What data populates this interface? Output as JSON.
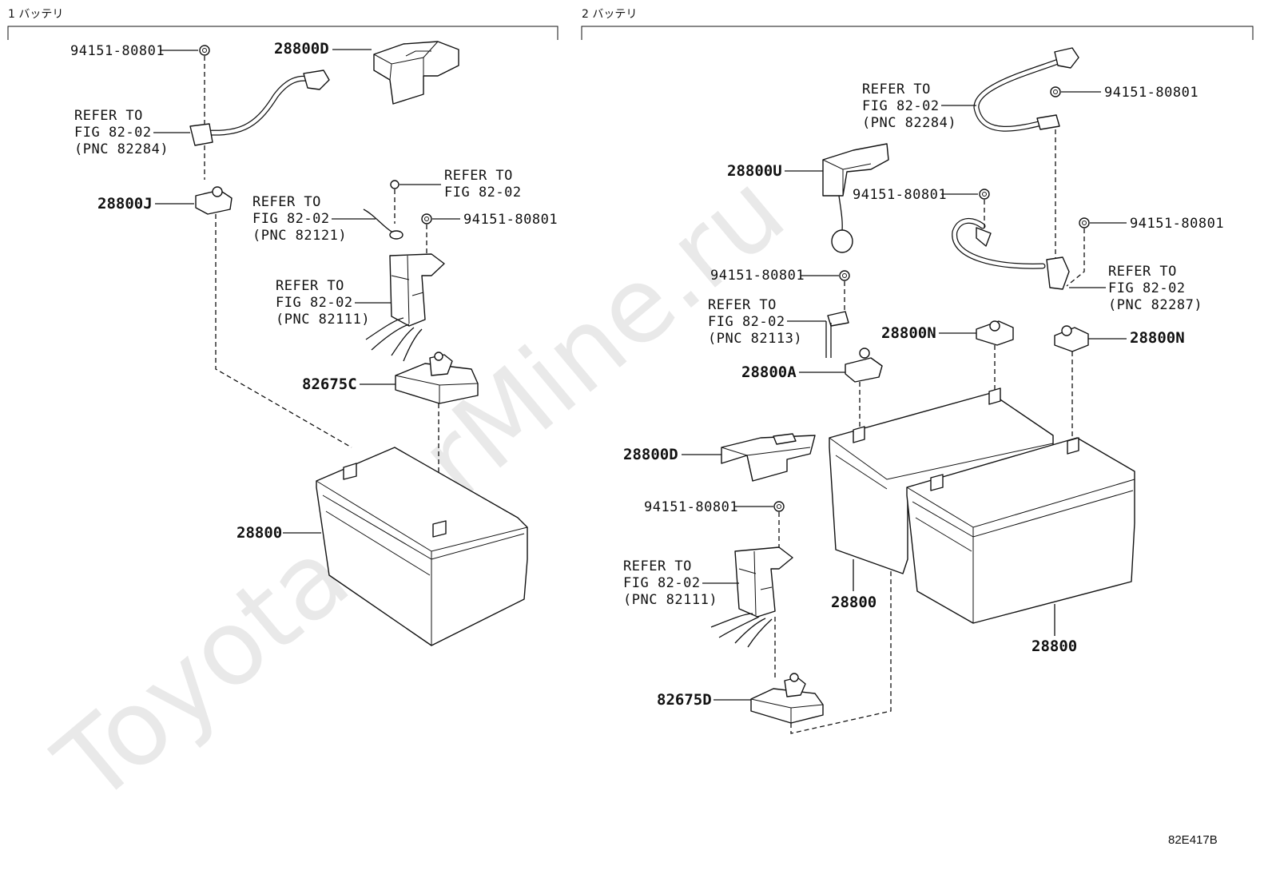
{
  "watermark": "ToyotaCarMine.ru",
  "figure_code": "82E417B",
  "sections": [
    {
      "label": "1 バッテリ"
    },
    {
      "label": "2 バッテリ"
    }
  ],
  "callouts": {
    "s1_nut_top": "94151-80801",
    "s1_cover": "28800D",
    "s1_cable_ref": [
      "REFER TO",
      "FIG 82-02",
      "(PNC 82284)"
    ],
    "s1_terminal": "28800J",
    "s1_ref_fig": [
      "REFER TO",
      "FIG 82-02"
    ],
    "s1_ref_82121": [
      "REFER TO",
      "FIG 82-02",
      "(PNC 82121)"
    ],
    "s1_nut_mid": "94151-80801",
    "s1_ref_82111": [
      "REFER TO",
      "FIG 82-02",
      "(PNC 82111)"
    ],
    "s1_holder": "82675C",
    "s1_battery": "28800",
    "s2_cable_ref": [
      "REFER TO",
      "FIG 82-02",
      "(PNC 82284)"
    ],
    "s2_nut_top": "94151-80801",
    "s2_cover_u": "28800U",
    "s2_nut_a": "94151-80801",
    "s2_nut_b": "94151-80801",
    "s2_nut_c": "94151-80801",
    "s2_ref_82287": [
      "REFER TO",
      "FIG 82-02",
      "(PNC 82287)"
    ],
    "s2_ref_82113": [
      "REFER TO",
      "FIG 82-02",
      "(PNC 82113)"
    ],
    "s2_terminal_n1": "28800N",
    "s2_terminal_n2": "28800N",
    "s2_terminal_a": "28800A",
    "s2_cover_d": "28800D",
    "s2_nut_d": "94151-80801",
    "s2_ref_82111": [
      "REFER TO",
      "FIG 82-02",
      "(PNC 82111)"
    ],
    "s2_battery_1": "28800",
    "s2_battery_2": "28800",
    "s2_holder": "82675D"
  }
}
